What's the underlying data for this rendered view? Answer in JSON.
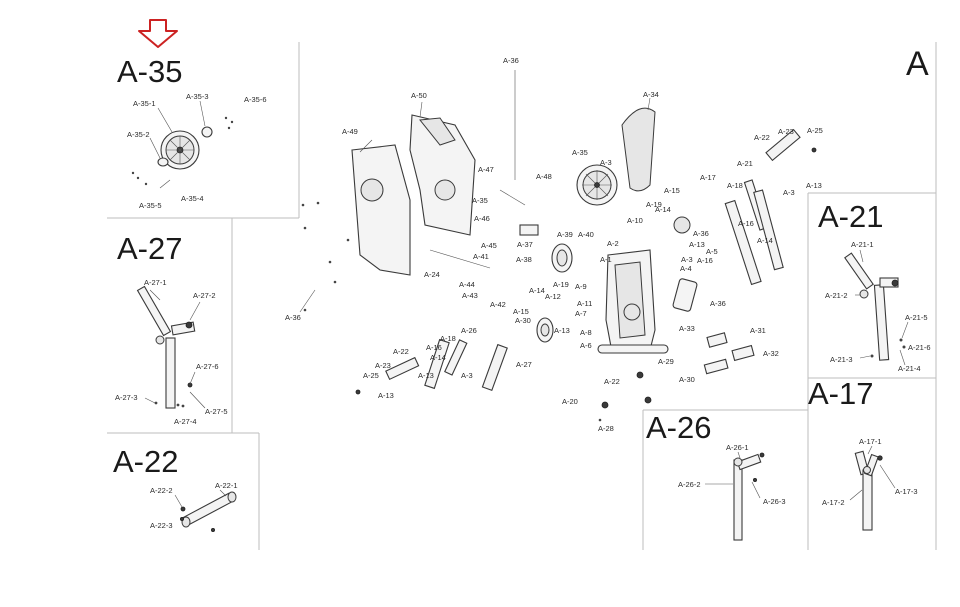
{
  "panel_titles": {
    "a35": "A-35",
    "a27": "A-27",
    "a22": "A-22",
    "a21": "A-21",
    "a17": "A-17",
    "a26": "A-26",
    "main": "A"
  },
  "indicator": {
    "icon": "down-arrow-outline-icon",
    "color": "#cc2222"
  },
  "labels": {
    "a35": [
      "A-35-1",
      "A-35-2",
      "A-35-3",
      "A-35-4",
      "A-35-5",
      "A-35-6"
    ],
    "a27": [
      "A-27-1",
      "A-27-2",
      "A-27-3",
      "A-27-4",
      "A-27-5",
      "A-27-6"
    ],
    "a22": [
      "A-22-1",
      "A-22-2",
      "A-22-3"
    ],
    "a21": [
      "A-21-1",
      "A-21-2",
      "A-21-3",
      "A-21-4",
      "A-21-5",
      "A-21-6"
    ],
    "a17": [
      "A-17-1",
      "A-17-2",
      "A-17-3"
    ],
    "a26": [
      "A-26-1",
      "A-26-2",
      "A-26-3"
    ],
    "main": [
      "A-36",
      "A-50",
      "A-34",
      "A-49",
      "A-35",
      "A-3",
      "A-47",
      "A-48",
      "A-35",
      "A-46",
      "A-19",
      "A-15",
      "A-10",
      "A-14",
      "A-17",
      "A-18",
      "A-21",
      "A-22",
      "A-23",
      "A-25",
      "A-13",
      "A-3",
      "A-16",
      "A-14",
      "A-36",
      "A-13",
      "A-5",
      "A-16",
      "A-4",
      "A-3",
      "A-36",
      "A-45",
      "A-37",
      "A-39",
      "A-40",
      "A-41",
      "A-38",
      "A-2",
      "A-1",
      "A-24",
      "A-44",
      "A-43",
      "A-14",
      "A-19",
      "A-9",
      "A-12",
      "A-11",
      "A-42",
      "A-15",
      "A-30",
      "A-13",
      "A-7",
      "A-8",
      "A-6",
      "A-26",
      "A-16",
      "A-18",
      "A-13",
      "A-14",
      "A-3",
      "A-27",
      "A-22",
      "A-23",
      "A-25",
      "A-13",
      "A-36",
      "A-33",
      "A-31",
      "A-29",
      "A-32",
      "A-30",
      "A-22",
      "A-20",
      "A-28"
    ]
  }
}
